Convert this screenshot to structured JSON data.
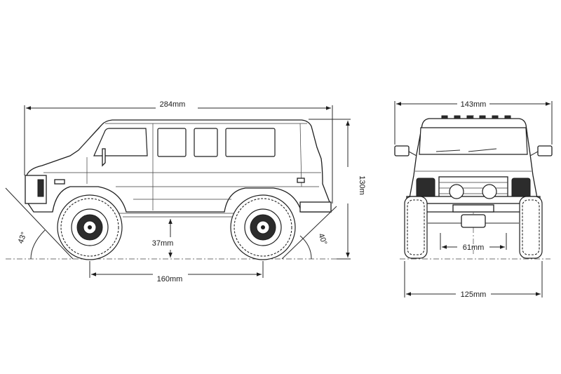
{
  "dimensions": {
    "overall_length": "284mm",
    "overall_height": "130m",
    "wheelbase": "160mm",
    "ground_clearance": "37mm",
    "approach_angle": "43°",
    "departure_angle": "40°",
    "overall_width": "143mm",
    "track_width": "125mm",
    "axle_clearance_width": "61mm"
  },
  "colors": {
    "line": "#1e1e1e",
    "background": "#ffffff"
  }
}
